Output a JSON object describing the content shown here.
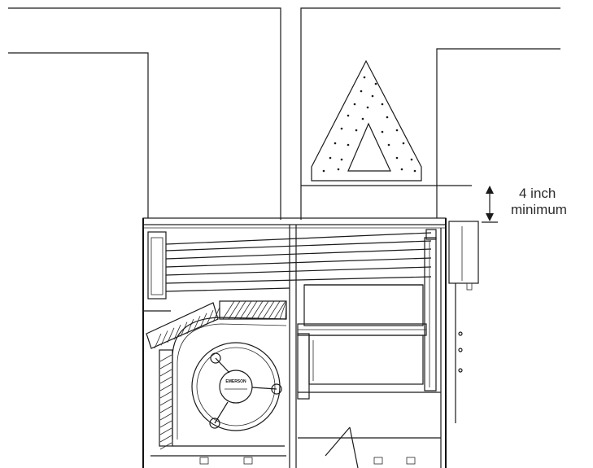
{
  "annotation": {
    "line1": "4 inch",
    "line2": "minimum"
  },
  "motor_badge": {
    "brand": "EMERSON"
  },
  "colors": {
    "line": "#1a1a1a",
    "background": "#ffffff",
    "label": "#2b2b2b"
  }
}
